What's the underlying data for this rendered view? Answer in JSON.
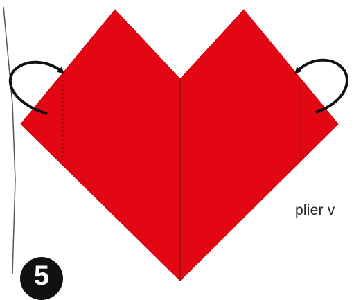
{
  "diagram": {
    "step_number": "5",
    "caption": "plier v",
    "colors": {
      "paper": "#e30613",
      "fold_line": "#8a0a10",
      "outline": "#c40510",
      "arrow": "#111111",
      "background": "#ffffff",
      "margin_line": "#555555"
    },
    "icons": [
      "fold-back-arrow-left",
      "fold-back-arrow-right"
    ]
  }
}
